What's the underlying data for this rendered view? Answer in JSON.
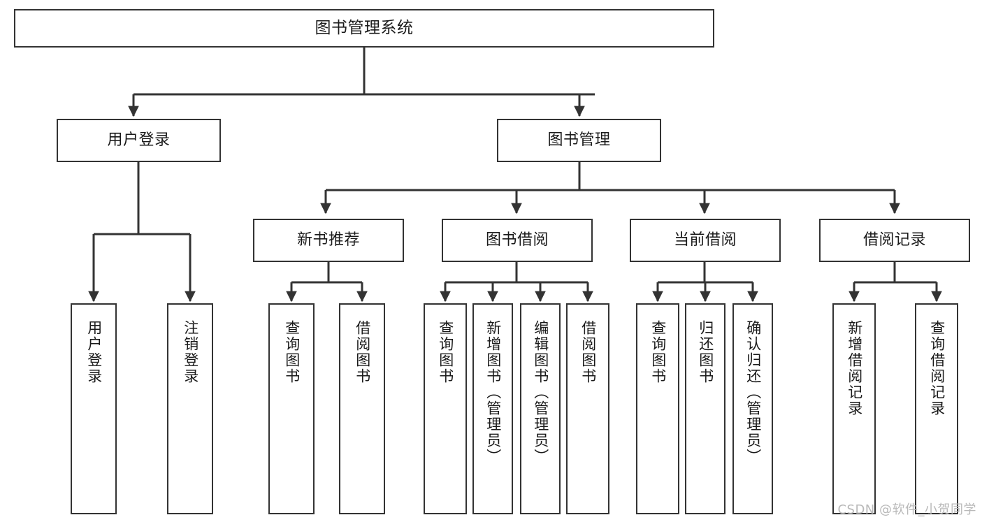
{
  "diagram": {
    "title": "图书管理系统",
    "type": "tree",
    "watermark": "CSDN @软件_小贺同学",
    "colors": {
      "box_border": "#333333",
      "box_fill": "#ffffff",
      "edge": "#333333",
      "text": "#1a1a1a",
      "watermark": "#b9b9b9"
    },
    "nodes": {
      "root": {
        "label": "图书管理系统"
      },
      "level2": [
        {
          "label": "用户登录"
        },
        {
          "label": "图书管理"
        }
      ],
      "level3": [
        {
          "label": "新书推荐"
        },
        {
          "label": "图书借阅"
        },
        {
          "label": "当前借阅"
        },
        {
          "label": "借阅记录"
        }
      ],
      "leaves": {
        "user_login": [
          {
            "label": "用户登录"
          },
          {
            "label": "注销登录"
          }
        ],
        "new_book": [
          {
            "label": "查询图书"
          },
          {
            "label": "借阅图书"
          }
        ],
        "book_borrow": [
          {
            "label": "查询图书"
          },
          {
            "label": "新增图书（管理员）"
          },
          {
            "label": "编辑图书（管理员）"
          },
          {
            "label": "借阅图书"
          }
        ],
        "current_borrow": [
          {
            "label": "查询图书"
          },
          {
            "label": "归还图书"
          },
          {
            "label": "确认归还（管理员）"
          }
        ],
        "borrow_record": [
          {
            "label": "新增借阅记录"
          },
          {
            "label": "查询借阅记录"
          }
        ]
      }
    }
  }
}
